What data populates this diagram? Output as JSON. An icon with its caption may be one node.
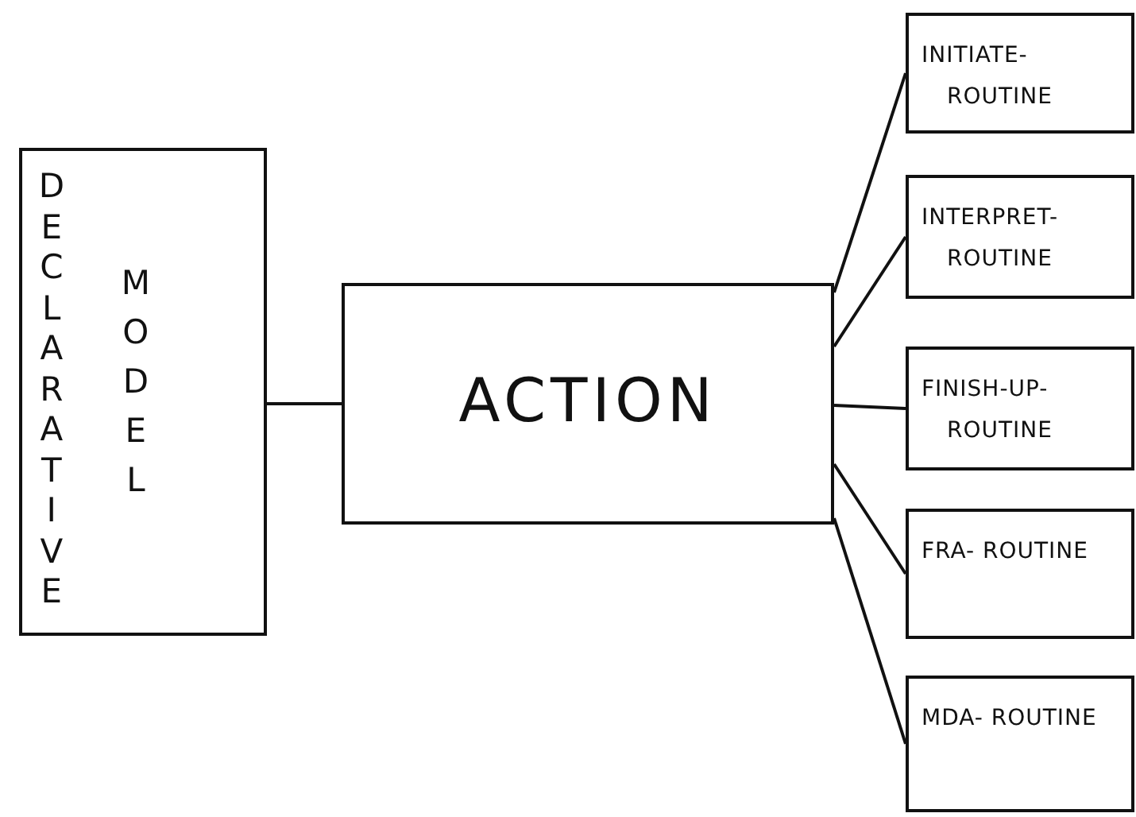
{
  "diagram": {
    "nodes": [
      {
        "text": [
          "DECLARATIVE",
          "MODEL"
        ]
      },
      {
        "text": [
          "ACTION"
        ]
      },
      {
        "text": [
          "INITIATE- ROUTINE"
        ]
      },
      {
        "text": [
          "INTERPRET- ROUTINE"
        ]
      },
      {
        "text": [
          "FINISH-UP- ROUTINE"
        ]
      },
      {
        "text": [
          "FRA- ROUTINE"
        ]
      },
      {
        "text": [
          "MDA- ROUTINE"
        ]
      }
    ],
    "edges": [
      {
        "from": 0,
        "to": 1,
        "arrow": "none"
      },
      {
        "from": 1,
        "to": 2,
        "arrow": "none"
      },
      {
        "from": 1,
        "to": 3,
        "arrow": "none"
      },
      {
        "from": 1,
        "to": 4,
        "arrow": "none"
      },
      {
        "from": 1,
        "to": 5,
        "arrow": "none"
      },
      {
        "from": 1,
        "to": 6,
        "arrow": "none"
      }
    ]
  }
}
